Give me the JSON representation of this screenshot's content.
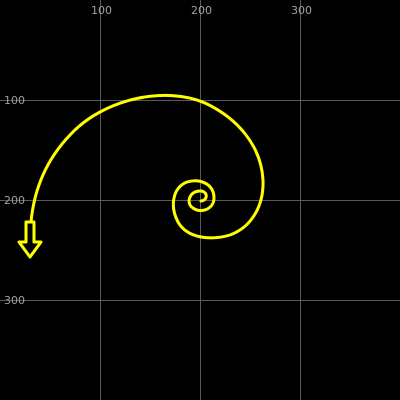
{
  "canvas": {
    "background_color": "#000000",
    "grid_color": "#5a5a5a",
    "tick_label_color": "#a0a0a0"
  },
  "grid": {
    "vertical_lines": [
      100,
      200,
      300
    ],
    "horizontal_lines": [
      100,
      200,
      300
    ],
    "x_tick_labels": [
      "100",
      "200",
      "300"
    ],
    "y_tick_labels": [
      "100",
      "200",
      "300"
    ]
  },
  "spiral": {
    "color": "#ffff00",
    "icon": "down-arrow-icon",
    "direction": "down"
  }
}
